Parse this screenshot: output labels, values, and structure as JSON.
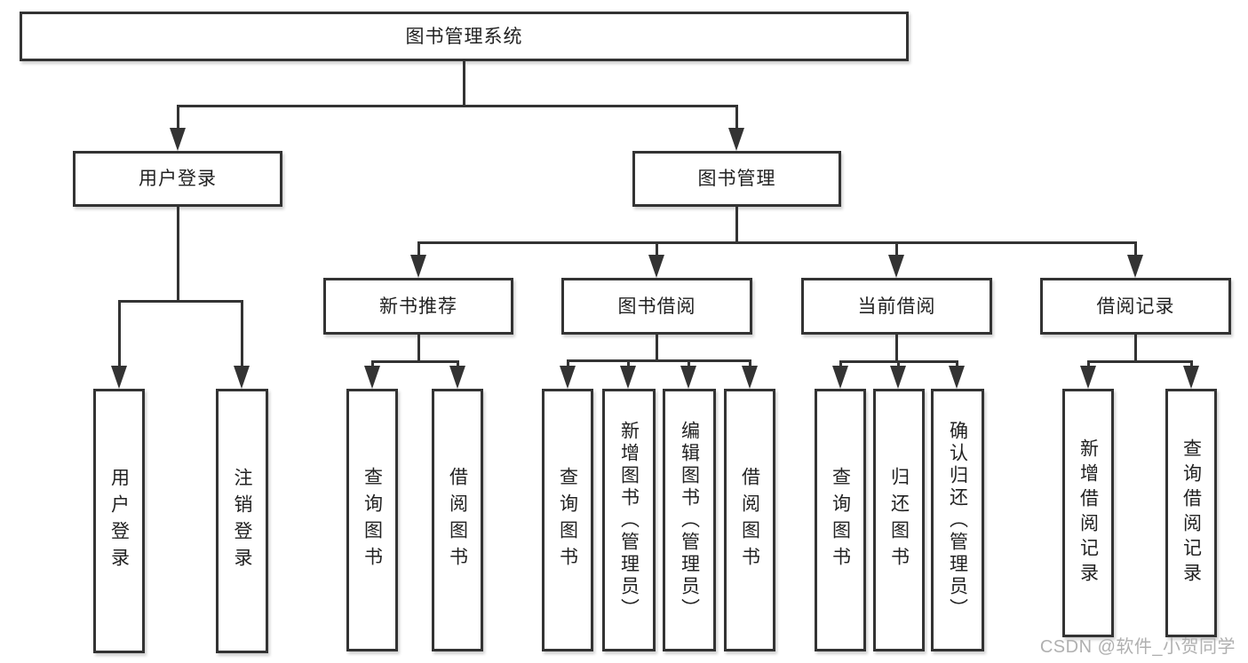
{
  "diagram": {
    "root": {
      "label": "图书管理系统"
    },
    "level2": [
      {
        "label": "用户登录"
      },
      {
        "label": "图书管理"
      }
    ],
    "level3": [
      {
        "label": "新书推荐"
      },
      {
        "label": "图书借阅"
      },
      {
        "label": "当前借阅"
      },
      {
        "label": "借阅记录"
      }
    ],
    "leaves": {
      "user_login": [
        {
          "label": "用户登录"
        },
        {
          "label": "注销登录"
        }
      ],
      "new_book_recommendation": [
        {
          "label": "查询图书"
        },
        {
          "label": "借阅图书"
        }
      ],
      "book_borrowing": [
        {
          "label": "查询图书"
        },
        {
          "label": "新增图书（管理员）"
        },
        {
          "label": "编辑图书（管理员）"
        },
        {
          "label": "借阅图书"
        }
      ],
      "current_borrowing": [
        {
          "label": "查询图书"
        },
        {
          "label": "归还图书"
        },
        {
          "label": "确认归还（管理员）"
        }
      ],
      "borrowing_records": [
        {
          "label": "新增借阅记录"
        },
        {
          "label": "查询借阅记录"
        }
      ]
    }
  },
  "watermark": {
    "text": "CSDN @软件_小贺同学"
  },
  "colors": {
    "line": "#333333",
    "text": "#222222",
    "watermark": "#b0b0b0",
    "background": "#ffffff"
  }
}
